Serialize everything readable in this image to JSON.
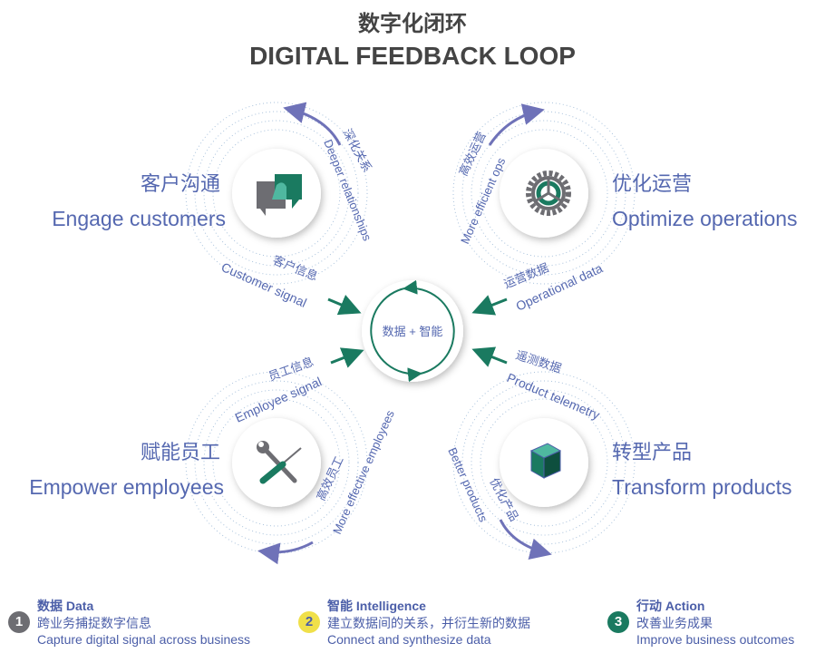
{
  "title": {
    "cn": "数字化闭环",
    "en": "DIGITAL FEEDBACK LOOP"
  },
  "center": {
    "label": "数据 + 智能"
  },
  "quadrants": {
    "customers": {
      "cn": "客户沟通",
      "en": "Engage customers",
      "icon": "chat-bubbles-icon"
    },
    "operations": {
      "cn": "优化运营",
      "en": "Optimize operations",
      "icon": "gear-icon"
    },
    "employees": {
      "cn": "赋能员工",
      "en": "Empower employees",
      "icon": "tools-icon"
    },
    "products": {
      "cn": "转型产品",
      "en": "Transform products",
      "icon": "cube-icon"
    }
  },
  "flows": {
    "deeper": {
      "cn": "深化关系",
      "en": "Deeper relationships"
    },
    "efficient_ops": {
      "cn": "高效运营",
      "en": "More efficient ops"
    },
    "customer_signal": {
      "cn": "客户信息",
      "en": "Customer signal"
    },
    "operational_data": {
      "cn": "运营数据",
      "en": "Operational data"
    },
    "employee_signal": {
      "cn": "员工信息",
      "en": "Employee signal"
    },
    "telemetry": {
      "cn": "遥测数据",
      "en": "Product telemetry"
    },
    "effective_employees": {
      "cn": "高效员工",
      "en": "More effective employees"
    },
    "better_products": {
      "cn": "优化产品",
      "en": "Better products"
    }
  },
  "legend": [
    {
      "num": "1",
      "head": "数据 Data",
      "cn": "跨业务捕捉数字信息",
      "en": "Capture digital signal across business",
      "color": "#6d6d72"
    },
    {
      "num": "2",
      "head": "智能 Intelligence",
      "cn": "建立数据间的关系，并衍生新的数据",
      "en": "Connect and synthesize data",
      "color": "#f0e04a"
    },
    {
      "num": "3",
      "head": "行动 Action",
      "cn": "改善业务成果",
      "en": "Improve business outcomes",
      "color": "#1a7a60"
    }
  ],
  "colors": {
    "text": "#5568b0",
    "green": "#1a7a60",
    "purple": "#6f72b8",
    "grey": "#6d6d72"
  }
}
